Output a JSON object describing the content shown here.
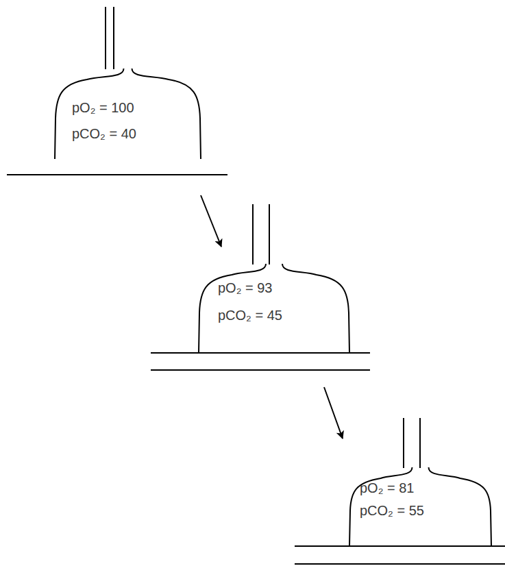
{
  "diagram": {
    "nodes": [
      {
        "text": [
          "pO₂ = 100",
          "pCO₂ = 40"
        ]
      },
      {
        "text": [
          "pO₂ = 93",
          "pCO₂ = 45"
        ]
      },
      {
        "text": [
          "pO₂ = 81",
          "pCO₂ = 55"
        ]
      }
    ],
    "edges": [
      {
        "from": 0,
        "to": 1,
        "arrow": "to"
      },
      {
        "from": 1,
        "to": 2,
        "arrow": "to"
      }
    ]
  }
}
